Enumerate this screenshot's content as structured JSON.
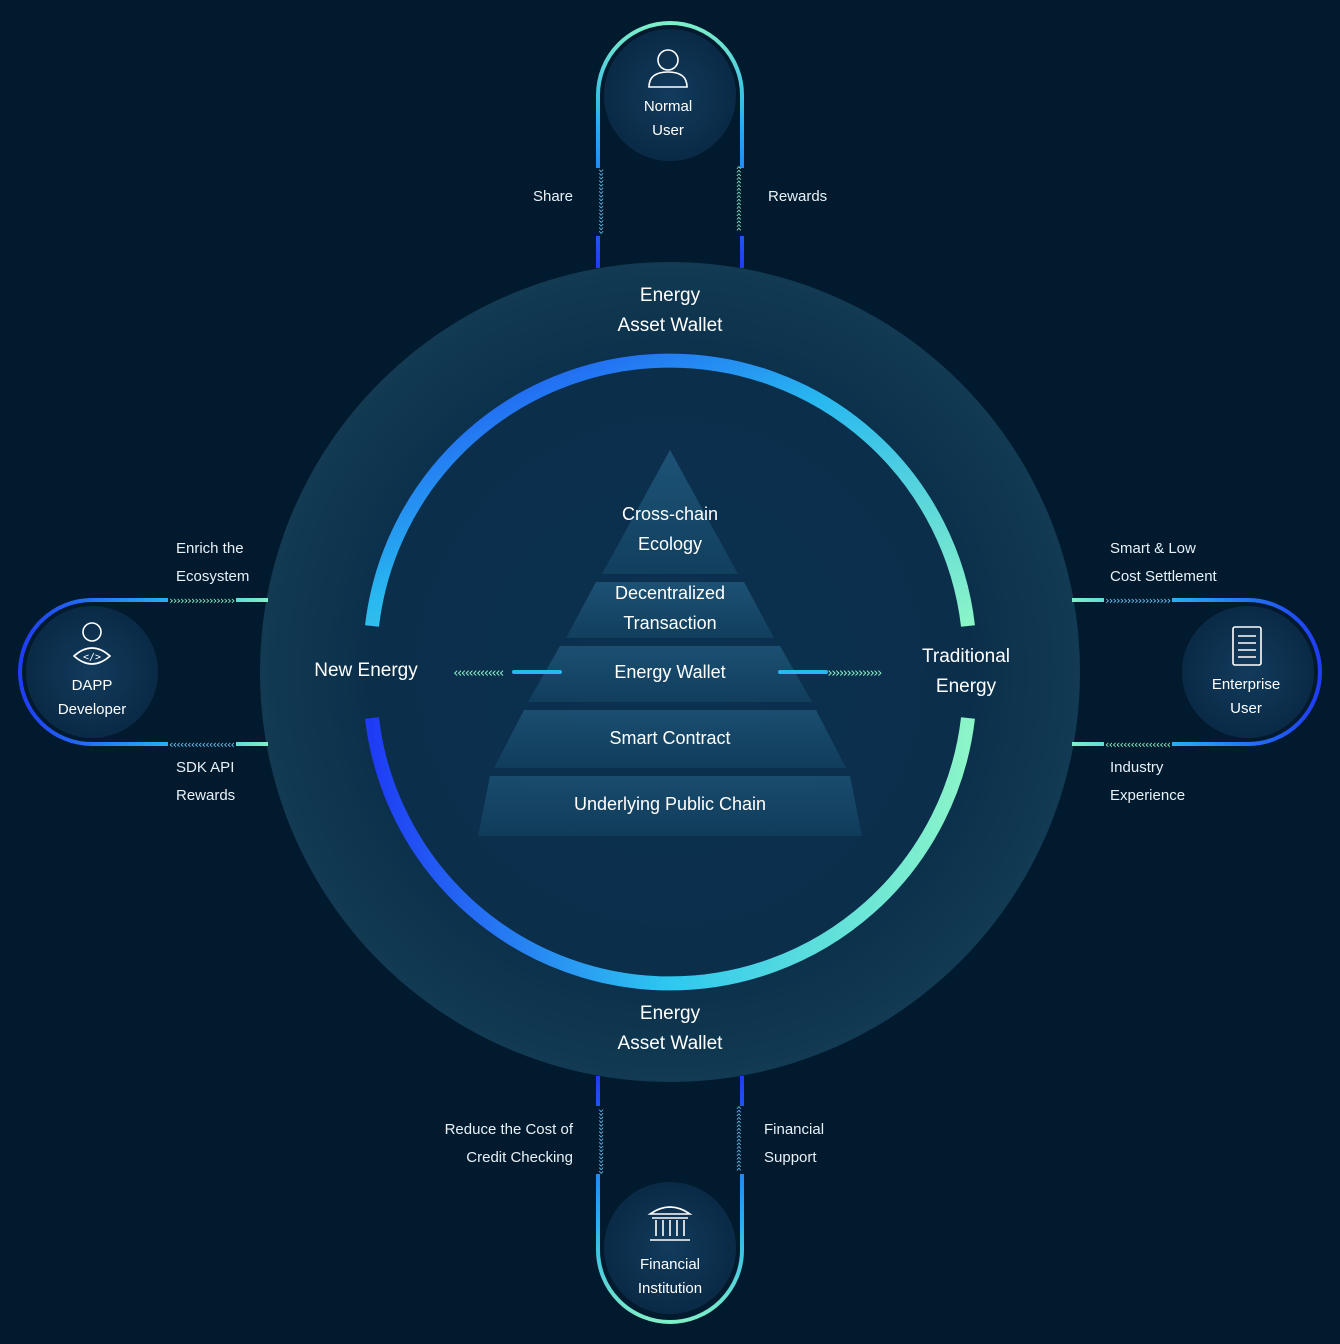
{
  "center": {
    "top_label": [
      "Energy",
      "Asset Wallet"
    ],
    "bottom_label": [
      "Energy",
      "Asset Wallet"
    ],
    "left_label": [
      "New Energy"
    ],
    "right_label": [
      "Traditional",
      "Energy"
    ]
  },
  "pyramid": {
    "tiers": [
      [
        "Cross-chain",
        "Ecology"
      ],
      [
        "Decentralized",
        "Transaction"
      ],
      [
        "Energy Wallet"
      ],
      [
        "Smart Contract"
      ],
      [
        "Underlying Public Chain"
      ]
    ]
  },
  "nodes": {
    "top": {
      "lines": [
        "Normal",
        "User"
      ],
      "icon": "user-icon"
    },
    "left": {
      "lines": [
        "DAPP",
        "Developer"
      ],
      "icon": "developer-icon"
    },
    "right": {
      "lines": [
        "Enterprise",
        "User"
      ],
      "icon": "document-icon"
    },
    "bottom": {
      "lines": [
        "Financial",
        "Institution"
      ],
      "icon": "bank-icon"
    }
  },
  "connectors": {
    "top_left": [
      "Share"
    ],
    "top_right": [
      "Rewards"
    ],
    "left_top": [
      "Enrich the",
      "Ecosystem"
    ],
    "left_bottom": [
      "SDK API",
      "Rewards"
    ],
    "right_top": [
      "Smart & Low",
      "Cost Settlement"
    ],
    "right_bottom": [
      "Industry",
      "Experience"
    ],
    "bottom_left": [
      "Reduce the Cost of",
      "Credit Checking"
    ],
    "bottom_right": [
      "Financial",
      "Support"
    ]
  },
  "colors": {
    "background": "#021a2e",
    "accent_blue": "#1f3cf5",
    "accent_cyan": "#28b8f0",
    "accent_mint": "#8cf5c8"
  }
}
